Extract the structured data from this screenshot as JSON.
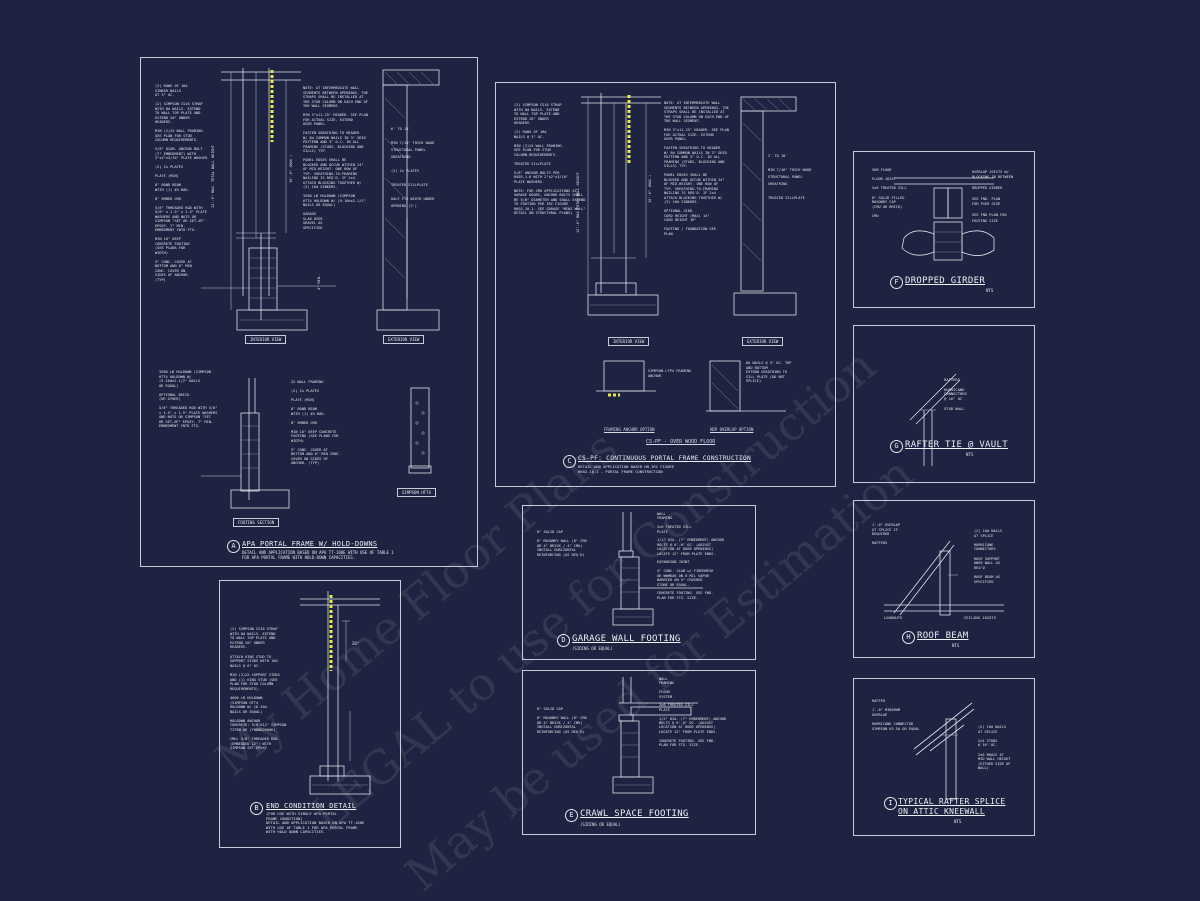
{
  "watermark": {
    "line1": "My Home Floor Plans",
    "line2": "LEGAL to use for Construction",
    "line3": "May be used for Estimation"
  },
  "panels": {
    "a": {
      "badge": "A",
      "title": "APA PORTAL FRAME W/ HOLD-DOWNS",
      "subtitle": "DETAIL AND APPLICATION BASED ON APA TT-100E WITH USE OF TABLE 1\nFOR APA PORTAL FRAME WITH HOLD-DOWN CAPACITIES.",
      "view_interior": "INTERIOR VIEW",
      "view_exterior": "EXTERIOR VIEW",
      "view_footing": "FOOTING SECTION",
      "product_label": "SIMPSON HTT4",
      "notes_left": "(2) ROWS OF 16d\nSINKER NAILS\nAT 3\" OC.\n\n(2) SIMPSON CS16 STRAP\nWITH 8d NAILS. EXTEND\nTO WALL TOP PLATE AND\nEXTEND 20\" UNDER\nHEADERS.\n\nMIN (2)2X WALL FRAMING.\nSEE PLAN FOR STUD\nCOLUMN REQUIREMENTS.\n\n5/8\" DIAM. ANCHOR BOLT\n(7\" EMBEDMENT) WITH\n2\"x2\"x3/16\" PLATE WASHER.\n\n(2) 2x PLATES\n\nPLATE (MIN)\n\n8\" BOND BEAM\nWITH (1) #4 BAR.\n\n8\" EMBED CMU\n\n5/8\" THREADED ROD WITH\n5/8\" x 1.5\" x 1.5\" PLATE\nWASHERS AND NUTS OR\nSIMPSON \"SET OR SET-XP\"\nEPOXY, 7\" MIN.\nEMBEDMENT INTO FTG.\n\nMIN 10\" DEEP\nCONCRETE FOOTING\n(SEE PLANS FOR\nWIDTH)\n\n3\" CONC. COVER AT\nBOTTOM AND 6\" MIN\nCONC. COVER ON\nSIDES OF ANCHOR.\n(TYP)",
      "notes_mid": "NOTE: AT INTERMEDIATE WALL\nSEGMENTS BETWEEN OPENINGS, THE\nSTRAPS SHALL BE INSTALLED AT\nTHE STUD COLUMN ON EACH END OF\nTHE WALL SEGMENT.\n\nMIN 3\"x11.25\" HEADER. SEE PLAN\nFOR ACTUAL SIZE. EXTEND\nOVER PANEL.\n\nFASTEN SHEATHING TO HEADER\nW/ 8d COMMON NAILS IN 3\" GRID\nPATTERN AND 3\" O.C. IN ALL\nFRAMING (STUDS, BLOCKING AND\nSILLS) TYP.\n\nPANEL EDGES SHALL BE\nBLOCKED AND OCCUR WITHIN 24\"\nOF MID-HEIGHT. ONE ROW OF\nTYP. SHEATHING-TO-FRAMING\nNAILING IS REQ'D. IF 2x4\nATTACH BLOCKING TOGETHER W/\n(3) 16d SINKERS.\n\n3300 LB HOLDOWN (SIMPSON\nHTT4 HOLDOWN W/ (9-16dx2-1/2\"\nNAILS OR EQUAL)\n\nGARAGE\nSLAB OVER\nGRAVEL AS\nSPECIFIED",
      "notes_ext": "6' TO 18'\n\nMIN 7/16\" THICK WOOD\nSTRUCTURAL PANEL\nSHEATHING\n\n(2) 2x PLATES\n\nTREATED SILLPLATE\n\nHALF FTG WIDTH UNDER\nOPENING (2')",
      "notes_footing": "3300 LB HOLDOWN (SIMPSON\nHTT4 HOLDOWN W/\n(9-16dx2-1/2\" NAILS\nOR EQUAL)\n\nOPTIONAL BRICK\n(OR OTHER)\n\n5/8\" THREADED ROD WITH 5/8\"\nx 1.5\" x 1.5\" PLATE WASHERS\nAND NUTS OR SIMPSON \"SET\nOR SET-XP\" EPOXY, 7\" MIN.\nEMBEDMENT INTO FTG.",
      "notes_footing_r": "2X WALL FRAMING\n\n(2) 2x PLATES\n\nPLATE (MIN)\n\n8\" BOND BEAM\nWITH (1) #4 BAR.\n\n8\" EMBED CMU\n\nMIN 10\" DEEP CONCRETE\nFOOTING (SEE PLANS FOR\nWIDTH)\n\n3\" CONC. COVER AT\nBOTTOM AND 6\" MIN CONC.\nCOVER ON SIDES OF\nANCHOR. (TYP)",
      "dim_wall": "12'-0\" MAX. TOTAL WALL HEIGHT",
      "dim_panel": "10'-0\" (MAX.)",
      "dim_min": "4\" MIN."
    },
    "b": {
      "badge": "B",
      "title": "END CONDITION DETAIL",
      "subtitle": "(FOR USE WITH SINGLE APA PORTAL\nFRAME CONDITION)\nDETAIL AND APPLICATION BASED ON APA TT-100E\nWITH USE OF TABLE 1 FOR APA PORTAL FRAME\nWITH HOLD DOWN CAPACITIES.",
      "notes": "(2) SIMPSON CS16 STRAP\nWITH 8d NAILS. EXTEND\nTO WALL TOP PLATE AND\nEXTEND 20\" UNDER\nHEADERS.\n\nATTACH KING STUD TO\nSUPPORT STUDS WITH 10d\nNAILS @ 6\" OC.\n\nMIN (2)2X SUPPORT STUDS\nAND (1) KING STUD (SEE\nPLAN FOR STUD COLUMN\nREQUIREMENTS).\n\n4000 LB HOLDOWN\n(SIMPSON HTT4\nHOLDOWN W/ 16-10d\nNAILS OR EQUAL)\n\nHOLDOWN ANCHOR\nCONCRETE: 5/8\"x12\" SIMPSON\nTITEN HD (THDB62600H)\n\nCMU: 5/8\" THREADED ROD\n(EMBEDDED 12\") WITH\nSIMPSON SET EPOXY",
      "dim": "20\""
    },
    "c": {
      "badge": "C",
      "title": "CS-PF: CONTINUOUS PORTAL FRAME CONSTRUCTION",
      "subtitle": "DETAIL AND APPLICATION BASED ON IRC FIGURE\nR602.10.1 - PORTAL FRAME CONSTRUCTION",
      "view_interior": "INTERIOR VIEW",
      "view_exterior": "EXTERIOR VIEW",
      "opt1": "FRAMING ANCHOR OPTION",
      "opt2": "HDP OVERLAP OPTION",
      "floor_label": "CS-PF - OVER WOOD FLOOR",
      "notes_left": "(2) SIMPSON CS16 STRAP\nWITH 8d NAILS. EXTEND\nTO WALL TOP PLATE AND\nEXTEND 20\" UNDER\nHEADERS.\n\n(2) ROWS OF 16d\nNAILS @ 3\" OC.\n\nMIN (2)2X WALL FRAMING.\nSEE PLAN FOR STUD\nCOLUMN REQUIREMENTS.\n\nTREATED SILLPLATE\n\n5/8\" ANCHOR BOLTS PER\nR403.1.6 WITH 2\"x2\"x3/16\"\nPLATE WASHERS.\n\nNOTE: FOR CMU APPLICATIONS AT\nGARAGE DOORS, ANCHOR BOLTS SHALL\nBE 5/8\" DIAMETER AND SHALL EXTEND\nTO FOOTING PER IRC FIGURE\nR602.10.1. SEE GARAGE \"MINI WALL\"\nDETAIL ON STRUCTURAL PLANS)",
      "notes_mid": "NOTE: AT INTERMEDIATE WALL\nSEGMENTS BETWEEN OPENINGS, THE\nSTRAPS SHALL BE INSTALLED AT\nTHE STUD COLUMN ON EACH END OF\nTHE WALL SEGMENT.\n\nMIN 3\"x11.25\" HEADER. SEE PLAN\nFOR ACTUAL SIZE. EXTEND\nOVER PANEL.\n\nFASTEN SHEATHING TO HEADER\nW/ 8d COMMON NAILS IN 3\" GRID\nPATTERN AND 3\" O.C. IN ALL\nFRAMING (STUDS, BLOCKING AND\nSILLS) TYP.\n\nPANEL EDGES SHALL BE\nBLOCKED AND OCCUR WITHIN 24\"\nOF MID-HEIGHT. ONE ROW OF\nTYP. SHEATHING-TO-FRAMING\nNAILING IS REQ'D. IF 2x4\nATTACH BLOCKING TOGETHER W/\n(3) 16d SINKERS.\n\nOPTIONAL GIRD.\nCORD HEIGHT (MAX) 14\"\nCORD HEIGHT 16\"\n\nFOOTING / FOUNDATION SEE\nPLAN",
      "notes_ext": "2' TO 18'\n\nMIN 7/16\" THICK WOOD\nSTRUCTURAL PANEL\nSHEATHING\n\nTREATED SILLPLATE",
      "notes_opt": "SIMPSON LTP4 FRAMING\nANCHOR",
      "notes_opt2": "8d NAILS @ 3\" OC. TOP\nAND BOTTOM\nEXTEND SHEATHING TO\nSILL PLATE (DO NOT\nSPLICE)",
      "dim_wall": "12'-0\" MAX TOTAL WALL HEIGHT",
      "dim_panel": "10'-0\" (MAX.)"
    },
    "d": {
      "badge": "D",
      "title": "GARAGE WALL FOOTING",
      "subtitle": "(SIDING OR EQUAL)",
      "notes_left": "8\" SOLID CAP\n\n8\" MASONRY WALL (8\" CMU\nOR 4\" BRICK / 4\" CMU)\nINSTALL HORIZONTAL\nREINFORCING (AS REQ'D)",
      "notes_right": "WALL\nFRAMING\n\n2x6 TREATED SILL\nPLATE\n\n1/2\" DIA. (7\" EMBEDMENT) ANCHOR\nBOLTS @ 6'-0\" OC. (ADJUST\nLOCATION AT DOOR OPENINGS)\nLOCATE 12\" FROM PLATE ENDS.\n\nEXPANSION JOINT\n\n4\" CONC. SLAB w/ FIBERMESH\nOR WWM6X6 ON 6 MIL VAPOR\nBARRIER ON 4\" CRUSHED\nSTONE OR EQUAL.\n\nCONCRETE FOOTING. SEE FND.\nPLAN FOR FTG. SIZE."
    },
    "e": {
      "badge": "E",
      "title": "CRAWL SPACE FOOTING",
      "subtitle": "(SIDING OR EQUAL)",
      "notes_left": "8\" SOLID CAP\n\n8\" MASONRY WALL (8\" CMU\nOR 4\" BRICK / 4\" CMU)\nINSTALL HORIZONTAL\nREINFORCING (AS REQ'D)",
      "notes_right": "WALL\nFRAMING\n\nFLOOR\nSYSTEM\n\n2x6 TREATED SILL\nPLATE\n\n1/2\" DIA. (7\" EMBEDMENT) ANCHOR\nBOLTS @ 6'-0\" OC. (ADJUST\nLOCATION AT DOOR OPENINGS)\nLOCATE 12\" FROM PLATE ENDS.\n\nCONCRETE FOOTING. SEE FND.\nPLAN FOR FTG. SIZE."
    },
    "f": {
      "badge": "F",
      "title": "DROPPED GIRDER",
      "nts": "NTS",
      "notes_left": "SUB FLOOR\n\nFLOOR JOIST\n\n2x6 TREATED SILL\n\n8\" SOLID FILLED\nMASONRY CAP\n(CMU OR BRICK)\n\nCMU",
      "notes_right": "OVERLAP JOISTS W/\nBLOCKING IN BETWEEN\n\nDROPPED GIRDER\n\nSEE FND. PLAN\nFOR PIER SIZE\n\nSEE FND PLAN FOR\nFOOTING SIZE"
    },
    "g": {
      "badge": "G",
      "title": "RAFTER TIE @ VAULT",
      "nts": "NTS",
      "notes": "RAFTERS\n\nHURRICANE\nCONNECTORS\n@ 16\" OC\n\nSTUD WALL"
    },
    "h": {
      "badge": "H",
      "title": "ROOF BEAM",
      "nts": "NTS",
      "notes_left": "1'-0\" OVERLAP\nAT SPLICE IF\nREQUIRED\n\nRAFTERS",
      "notes_right": "(2) 10d NAILS\nAT SPLICE\n\nHURRICANE\nCONNECTORS\n\nROOF SUPPORT\nKNEE WALL AS\nREQ'D\n\nROOF BEAM AS\nSPECIFIED",
      "notes_bottom_l": "LOOKOUTS",
      "notes_bottom_r": "CEILING JOISTS"
    },
    "i": {
      "badge": "I",
      "title": "TYPICAL RAFTER SPLICE",
      "title2": "ON ATTIC KNEEWALL",
      "nts": "NTS",
      "notes_left": "RAFTER\n\n1'-0\" MINIMUM\nOVERLAP\n\nHURRICANE CONNECTOR\nSIMPSON H2.5A OR EQUAL",
      "notes_right": "(2) 10d NAILS\nAT SPLICE\n\n2x4 STUDS\n@ 16\" OC.\n\n2x6 BRACE AT\nMID WALL HEIGHT\n(EITHER SIDE OF\nWALL)"
    }
  }
}
